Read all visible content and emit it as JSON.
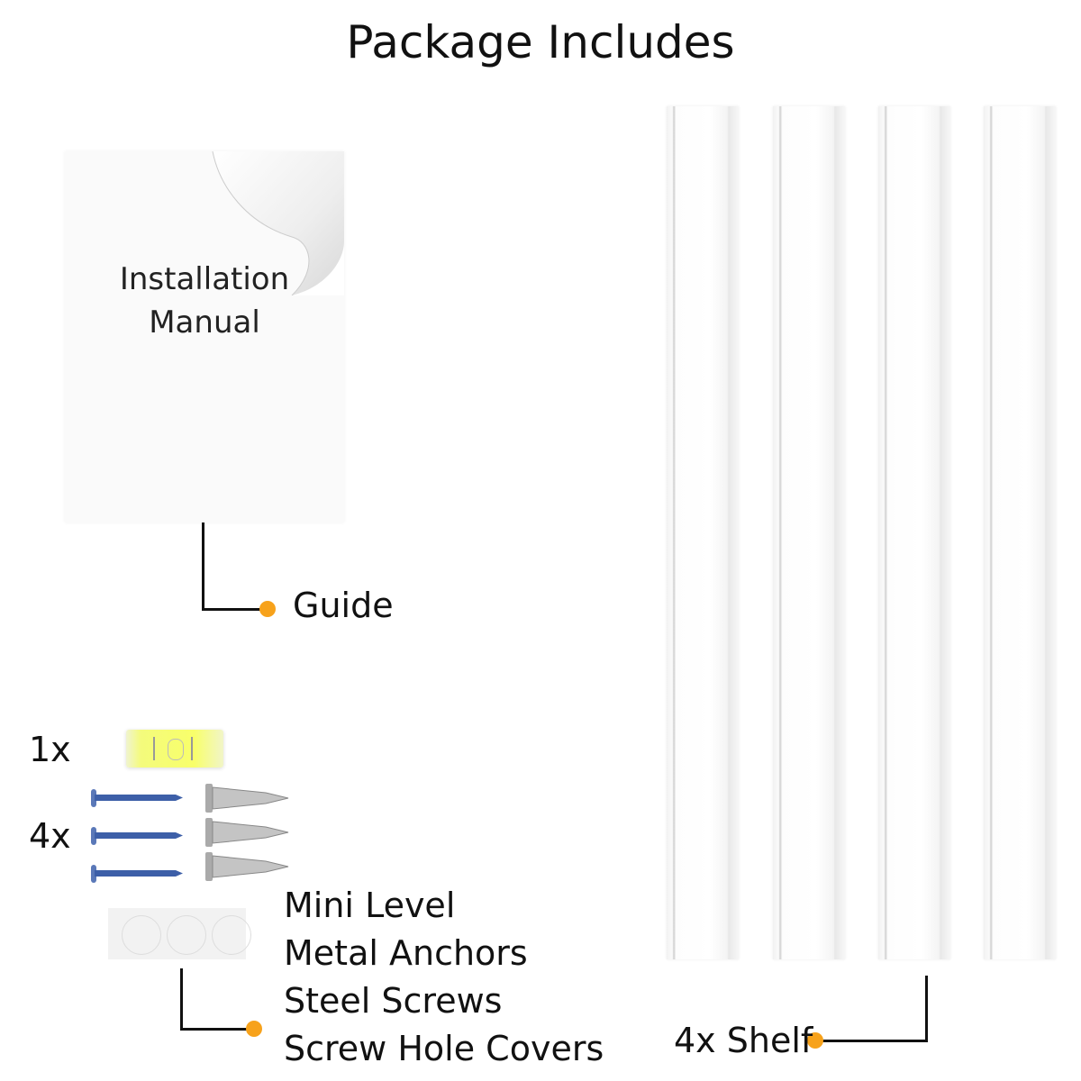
{
  "title": "Package Includes",
  "manual": {
    "line1": "Installation",
    "line2": "Manual"
  },
  "guide_label": "Guide",
  "small_parts": {
    "qty_level": "1x",
    "qty_screws_anchors": "4x",
    "items": [
      "Mini Level",
      "Metal Anchors",
      "Steel Screws",
      "Screw Hole Covers"
    ]
  },
  "shelf_label": "4x Shelf",
  "colors": {
    "accent_dot": "#f7a21b",
    "line": "#111111"
  }
}
